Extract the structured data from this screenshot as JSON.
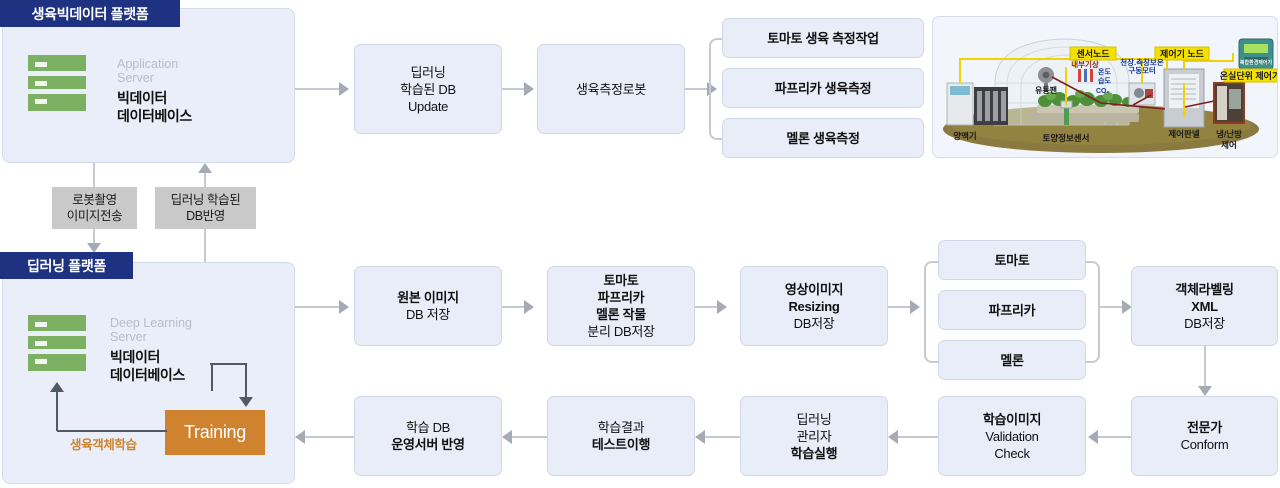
{
  "platforms": [
    {
      "title": "생육빅데이터 플랫폼",
      "server_sub": "Application\nServer",
      "server_main": "빅데이터\n데이터베이스"
    },
    {
      "title": "딥러닝 플랫폼",
      "server_sub": "Deep Learning\nServer",
      "server_main": "빅데이터\n데이터베이스",
      "training_label": "Training",
      "cycle_label": "생육객체학습"
    }
  ],
  "tags": [
    {
      "line1": "로봇촬영",
      "line2": "이미지전송"
    },
    {
      "line1": "딥러닝 학습된",
      "line2": "DB반영"
    }
  ],
  "top_flow": [
    {
      "lines": [
        {
          "t": "딥러닝",
          "b": false
        },
        {
          "t": "학습된 DB",
          "b": false
        },
        {
          "t": "Update",
          "b": false
        }
      ]
    },
    {
      "lines": [
        {
          "t": "생육측정로봇",
          "b": false
        }
      ]
    }
  ],
  "top_split": [
    {
      "label": "토마토 생육 측정작업"
    },
    {
      "label": "파프리카 생육측정"
    },
    {
      "label": "멜론 생육측정"
    }
  ],
  "mid_flow": [
    {
      "lines": [
        {
          "t": "원본 이미지",
          "b": true
        },
        {
          "t": "DB 저장",
          "b": false
        }
      ]
    },
    {
      "lines": [
        {
          "t": "토마토",
          "b": true
        },
        {
          "t": "파프리카",
          "b": true
        },
        {
          "t": "멜론 작물",
          "b": true
        },
        {
          "t": "분리 DB저장",
          "b": false
        }
      ]
    },
    {
      "lines": [
        {
          "t": "영상이미지",
          "b": true
        },
        {
          "t": "Resizing",
          "b": true
        },
        {
          "t": "DB저장",
          "b": false
        }
      ]
    }
  ],
  "mid_split": [
    {
      "label": "토마토"
    },
    {
      "label": "파프리카"
    },
    {
      "label": "멜론"
    }
  ],
  "mid_last": {
    "lines": [
      {
        "t": "객체라벨링",
        "b": true
      },
      {
        "t": "XML",
        "b": true
      },
      {
        "t": "DB저장",
        "b": false
      }
    ]
  },
  "bottom_flow": [
    {
      "lines": [
        {
          "t": "학습 DB",
          "b": false
        },
        {
          "t": "운영서버 반영",
          "b": true
        }
      ]
    },
    {
      "lines": [
        {
          "t": "학습결과",
          "b": false
        },
        {
          "t": "테스트이행",
          "b": true
        }
      ]
    },
    {
      "lines": [
        {
          "t": "딥러닝",
          "b": false
        },
        {
          "t": "관리자",
          "b": false
        },
        {
          "t": "학습실행",
          "b": true
        }
      ]
    },
    {
      "lines": [
        {
          "t": "학습이미지",
          "b": true
        },
        {
          "t": "Validation",
          "b": false
        },
        {
          "t": "Check",
          "b": false
        }
      ]
    },
    {
      "lines": [
        {
          "t": "전문가",
          "b": true
        },
        {
          "t": "Conform",
          "b": false
        }
      ]
    }
  ],
  "greenhouse": {
    "labels": {
      "sensor_node": "센서노드",
      "controller_node": "제어기 노드",
      "greenhouse_unit_controller": "온실단위 제어기",
      "internal_weather": "내부기상",
      "temp": "온도",
      "humidity": "습도",
      "co2": "CO₂",
      "ceiling_motor": "천장.측창보온\n구동모터",
      "circulation_fan": "유동팬",
      "nutrient": "양액기",
      "soil_sensor": "토양정보센서",
      "control_panel": "제어판넬",
      "hvac": "냉/난방\n제어",
      "device_caption": "복합환경제어기"
    }
  },
  "colors": {
    "panel_bg": "#eaeef8",
    "panel_title": "#1f3281",
    "node_bg": "#e9edf8",
    "node_border": "#cfd6e8",
    "server_green": "#7cb063",
    "training_orange": "#cf832f",
    "tag_gray": "#c9c9c9",
    "connector": "#c6c9d1",
    "arrow": "#a6aab5",
    "dark_connector": "#4f5a66",
    "gh_yellow": "#f5e000",
    "gh_ground": "#8a7a3f"
  }
}
